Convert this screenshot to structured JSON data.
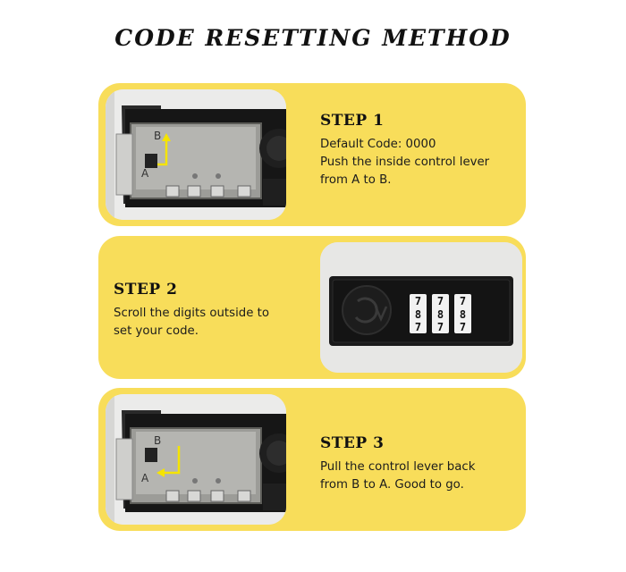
{
  "title": "CODE RESETTING METHOD",
  "colors": {
    "card": "#f8dd5a",
    "arrow": "#f5e400",
    "lock_body": "#1a1a1a"
  },
  "steps": [
    {
      "title": "STEP 1",
      "lines": [
        "Default Code: 0000",
        "Push the inside control lever",
        "from A to B."
      ]
    },
    {
      "title": "STEP 2",
      "lines": [
        "Scroll the digits outside to",
        "set your code."
      ]
    },
    {
      "title": "STEP 3",
      "lines": [
        "Pull the control lever back",
        "from B to A. Good to go."
      ]
    }
  ],
  "photo_labels": {
    "a": "A",
    "b": "B"
  },
  "dial_digits": [
    [
      "7",
      "7",
      "7"
    ],
    [
      "8",
      "8",
      "8"
    ],
    [
      "7",
      "7",
      "7"
    ]
  ]
}
